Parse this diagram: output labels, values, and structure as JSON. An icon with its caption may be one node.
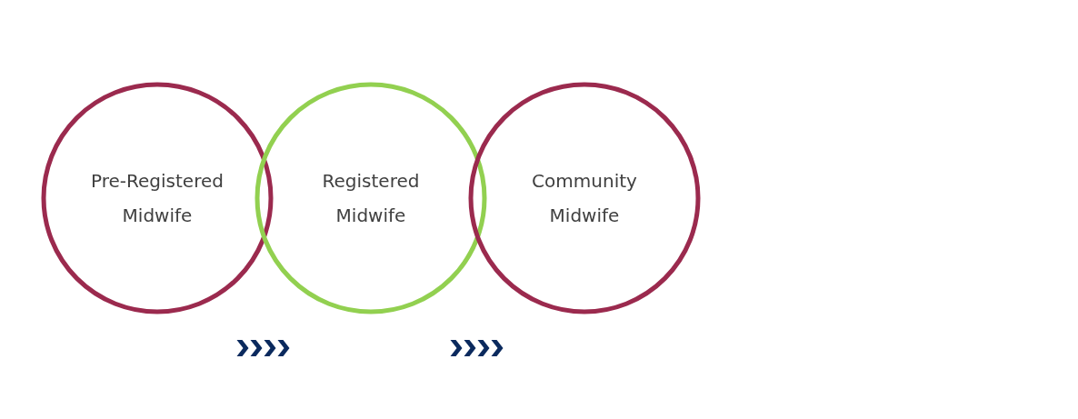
{
  "diagram": {
    "nodes": [
      {
        "text": [
          "Pre-Registered Midwife"
        ]
      },
      {
        "text": [
          "Registered Midwife"
        ]
      },
      {
        "text": [
          "Community Midwife"
        ]
      }
    ]
  }
}
